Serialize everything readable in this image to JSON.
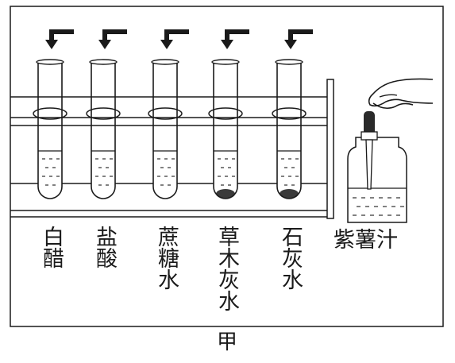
{
  "tubes": [
    {
      "label": "白醋",
      "residue": false
    },
    {
      "label": "盐酸",
      "residue": false
    },
    {
      "label": "蔗糖水",
      "residue": false
    },
    {
      "label": "草木灰水",
      "residue": true
    },
    {
      "label": "石灰水",
      "residue": true
    }
  ],
  "bottle_label": "紫薯汁",
  "caption": "甲"
}
